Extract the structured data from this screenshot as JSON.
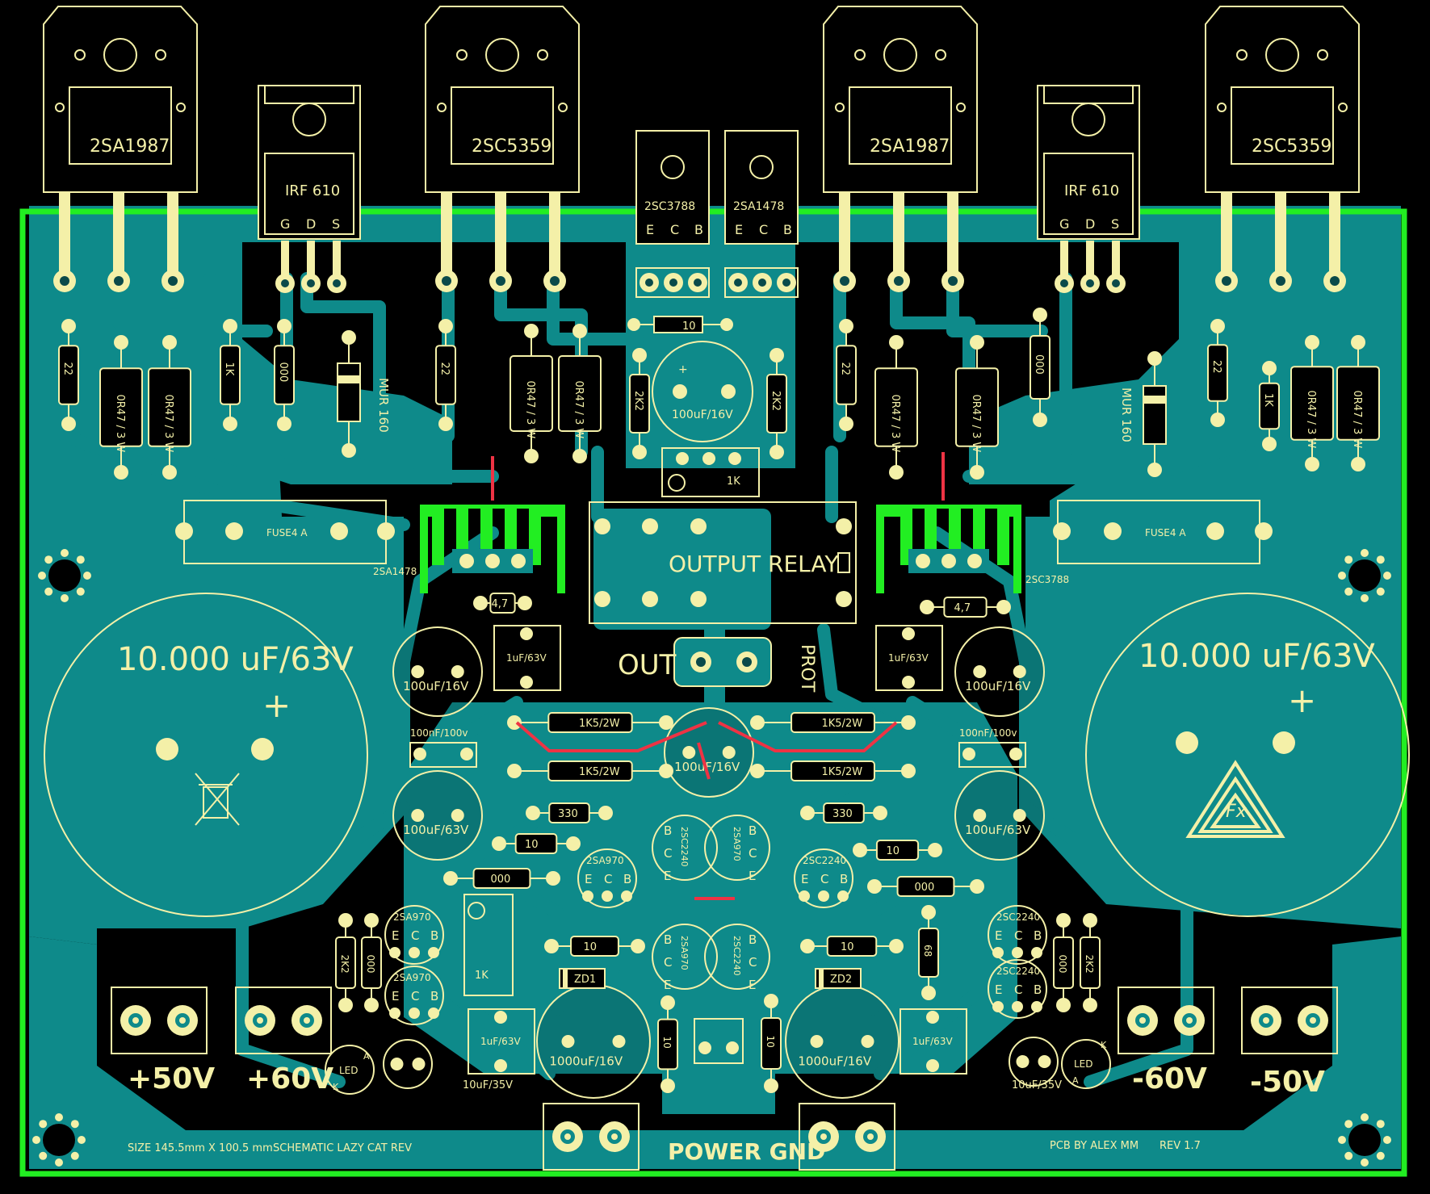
{
  "colors": {
    "background": "#000000",
    "copper": "#0e8a8a",
    "silkscreen": "#f4f0a8",
    "outline": "#22ee22",
    "jumper": "#ee3344"
  },
  "transistors_to220": [
    {
      "id": "q1",
      "part": "2SA1987"
    },
    {
      "id": "q2",
      "part": "2SC5359"
    },
    {
      "id": "q3",
      "part": "2SA1987"
    },
    {
      "id": "q4",
      "part": "2SC5359"
    }
  ],
  "mosfets": [
    {
      "id": "m1",
      "part": "IRF 610",
      "pins": [
        "G",
        "D",
        "S"
      ]
    },
    {
      "id": "m2",
      "part": "IRF 610",
      "pins": [
        "G",
        "D",
        "S"
      ]
    }
  ],
  "to126": [
    {
      "id": "t1",
      "part": "2SC3788",
      "pins": [
        "E",
        "C",
        "B"
      ]
    },
    {
      "id": "t2",
      "part": "2SA1478",
      "pins": [
        "E",
        "C",
        "B"
      ]
    }
  ],
  "resistors": {
    "r22": "22",
    "r0r47": "0R47 / 3 W",
    "r1k": "1K",
    "r000": "000",
    "r10": "10",
    "r2k2": "2K2",
    "r4_7": "4,7",
    "r1k5": "1K5/2W",
    "r330": "330",
    "r68": "68",
    "rpot": "1K"
  },
  "diodes": {
    "mur": "MUR 160",
    "zd1": "ZD1",
    "zd2": "ZD2"
  },
  "capacitors": {
    "c100u": "100uF/16V",
    "c1u": "1uF/63V",
    "c100n": "100nF/100v",
    "c100u63": "100uF/63V",
    "c10000": "10.000 uF/63V",
    "c1000": "1000uF/16V",
    "c10u35": "10uF/35V",
    "plus": "+"
  },
  "small_transistors": {
    "sa970": "2SA970",
    "sc2240": "2SC2240",
    "pin_e": "E",
    "pin_c": "C",
    "pin_b": "B"
  },
  "fuse_label": "FUSE4 A",
  "heatsink_labels": {
    "left": "2SA1478",
    "right": "2SC3788"
  },
  "relay_label": "OUTPUT RELAY",
  "out_label": "OUT",
  "prot_label": "PROT",
  "led_label": "LED",
  "led_pins": {
    "a": "A",
    "k": "K"
  },
  "power_labels": {
    "p50": "+50V",
    "p60": "+60V",
    "n60": "-60V",
    "n50": "-50V",
    "gnd": "POWER GND"
  },
  "footer": {
    "size": "SIZE 145.5mm X 100.5 mm",
    "schematic": "SCHEMATIC LAZY CAT REV",
    "author": "PCB BY ALEX MM",
    "rev": "REV 1.7"
  }
}
